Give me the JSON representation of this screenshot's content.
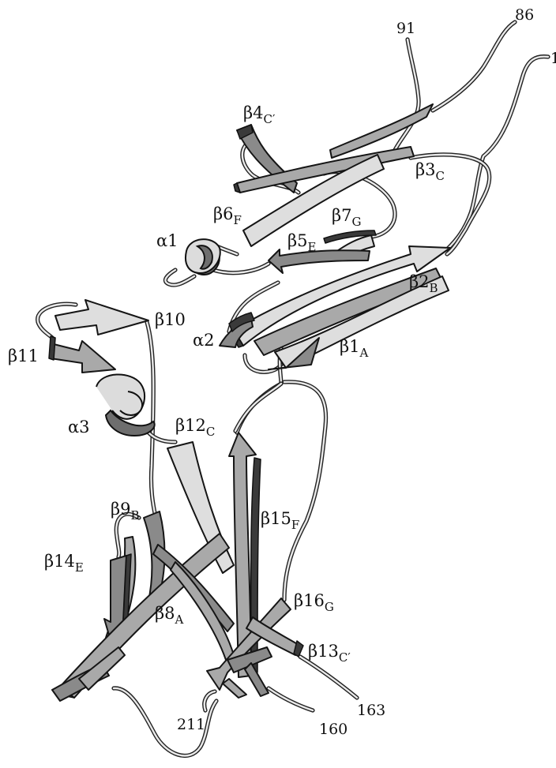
{
  "figure": {
    "structure_labels": {
      "b4": {
        "main": "β4",
        "sub": "C′"
      },
      "b3": {
        "main": "β3",
        "sub": "C"
      },
      "b6": {
        "main": "β6",
        "sub": "F"
      },
      "b7": {
        "main": "β7",
        "sub": "G"
      },
      "a1": {
        "main": "α1",
        "sub": ""
      },
      "b5": {
        "main": "β5",
        "sub": "E"
      },
      "b2": {
        "main": "β2",
        "sub": "B"
      },
      "b10": {
        "main": "β10",
        "sub": ""
      },
      "a2": {
        "main": "α2",
        "sub": ""
      },
      "b1": {
        "main": "β1",
        "sub": "A"
      },
      "b11": {
        "main": "β11",
        "sub": ""
      },
      "a3": {
        "main": "α3",
        "sub": ""
      },
      "b12": {
        "main": "β12",
        "sub": "C"
      },
      "b9": {
        "main": "β9",
        "sub": "B"
      },
      "b15": {
        "main": "β15",
        "sub": "F"
      },
      "b14": {
        "main": "β14",
        "sub": "E"
      },
      "b8": {
        "main": "β8",
        "sub": "A"
      },
      "b16": {
        "main": "β16",
        "sub": "G"
      },
      "b13": {
        "main": "β13",
        "sub": "C′"
      }
    },
    "residue_labels": {
      "r91": "91",
      "r86": "86",
      "r1": "1",
      "r163": "163",
      "r211": "211",
      "r160": "160"
    }
  }
}
